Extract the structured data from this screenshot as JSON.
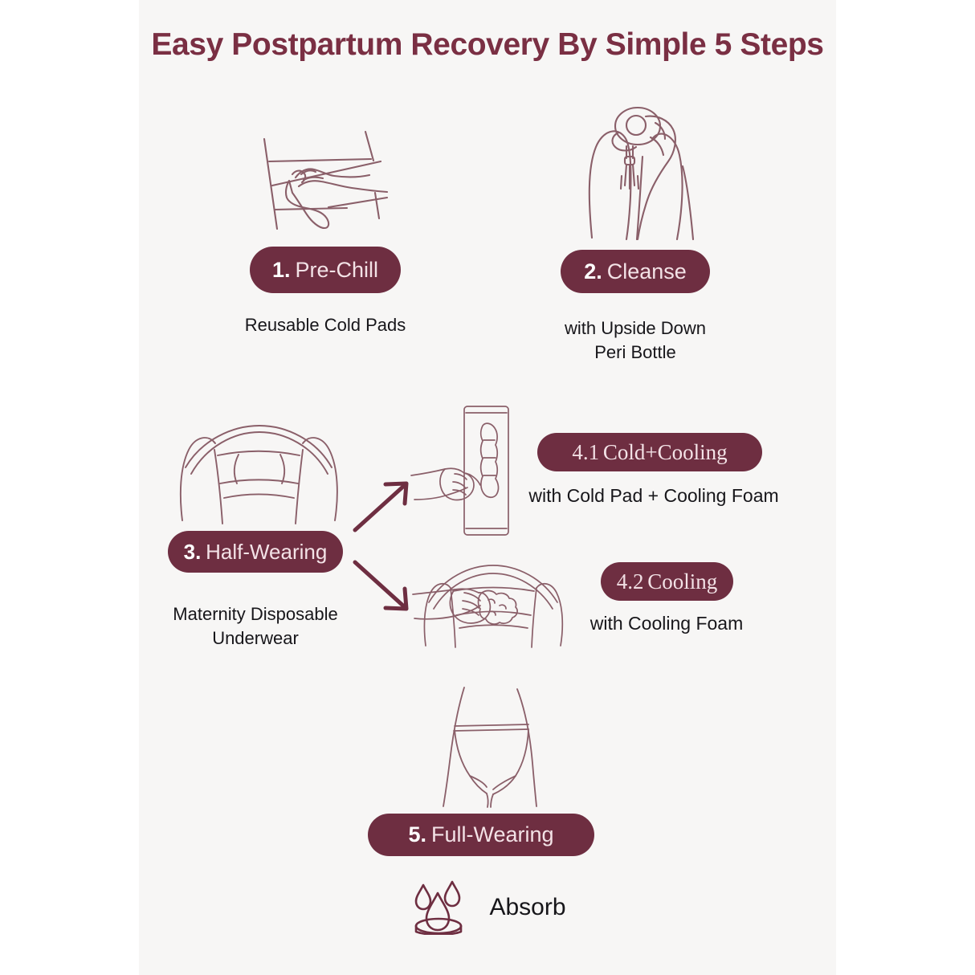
{
  "theme": {
    "page_background": "#ffffff",
    "panel_background": "#f7f6f5",
    "badge_fill": "#6e2e41",
    "badge_text": "#f3e2e6",
    "title_color": "#7a2f43",
    "caption_color": "#17161a",
    "line_art_color": "#8a5f69",
    "arrow_color": "#6e2e41"
  },
  "header": {
    "title": "Easy Postpartum Recovery By Simple 5 Steps"
  },
  "steps": [
    {
      "id": "step-1",
      "number": "1.",
      "label": "Pre-Chill",
      "caption": "Reusable Cold Pads",
      "icon": "hand-placing-cold-pad-in-freezer-icon"
    },
    {
      "id": "step-2",
      "number": "2.",
      "label": "Cleanse",
      "caption": "with Upside Down\nPeri Bottle",
      "icon": "hand-holding-upside-down-peri-bottle-icon"
    },
    {
      "id": "step-3",
      "number": "3.",
      "label": "Half-Wearing",
      "caption": "Maternity Disposable\nUnderwear",
      "icon": "maternity-disposable-underwear-icon"
    },
    {
      "id": "step-4-1",
      "number": "4.1",
      "label": "Cold+Cooling",
      "caption": "with Cold Pad + Cooling Foam",
      "icon": "hands-inserting-cold-pad-into-sleeve-icon"
    },
    {
      "id": "step-4-2",
      "number": "4.2",
      "label": "Cooling",
      "caption": "with Cooling Foam",
      "icon": "hand-applying-cooling-foam-icon"
    },
    {
      "id": "step-5",
      "number": "5.",
      "label": "Full-Wearing",
      "caption": "",
      "icon": "worn-underwear-on-hips-icon"
    }
  ],
  "footer": {
    "absorb_label": "Absorb",
    "absorb_icon": "water-droplets-absorbing-icon"
  },
  "arrows": [
    {
      "id": "arrow-to-4-1",
      "direction": "up-right"
    },
    {
      "id": "arrow-to-4-2",
      "direction": "down-right"
    }
  ]
}
